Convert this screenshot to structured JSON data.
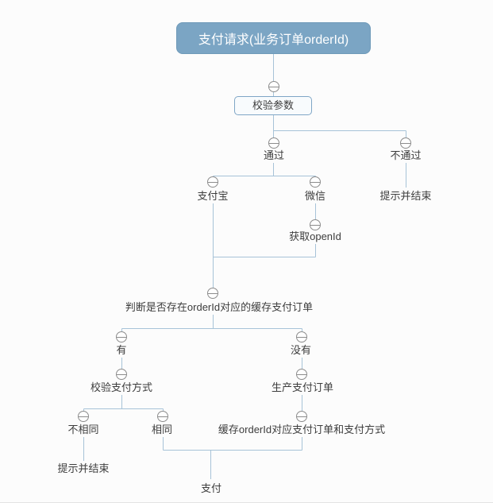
{
  "app": {
    "type": "mind-map-flowchart"
  },
  "colors": {
    "canvas_bg": "#fcfcfc",
    "root_fill": "#7ba5c4",
    "root_border": "#6f9ab9",
    "root_text": "#ffffff",
    "box_fill": "#f8fbfd",
    "box_border": "#7fa6c6",
    "connector": "#a7c3d8",
    "label_text": "#3d3d3d",
    "collapse_icon": "#8c8c8c"
  },
  "icons": {
    "collapse": "minus-circle"
  },
  "root": {
    "label": "支付请求(业务订单orderId)"
  },
  "nodes": [
    {
      "label": "校验参数"
    },
    {
      "label": "通过"
    },
    {
      "label": "不通过"
    },
    {
      "label": "提示并结束"
    },
    {
      "label": "支付宝"
    },
    {
      "label": "微信"
    },
    {
      "label": "获取openId"
    },
    {
      "label": "判断是否存在orderId对应的缓存支付订单"
    },
    {
      "label": "有"
    },
    {
      "label": "没有"
    },
    {
      "label": "校验支付方式"
    },
    {
      "label": "生产支付订单"
    },
    {
      "label": "不相同"
    },
    {
      "label": "相同"
    },
    {
      "label": "缓存orderId对应支付订单和支付方式"
    },
    {
      "label": "提示并结束"
    },
    {
      "label": "支付"
    }
  ]
}
